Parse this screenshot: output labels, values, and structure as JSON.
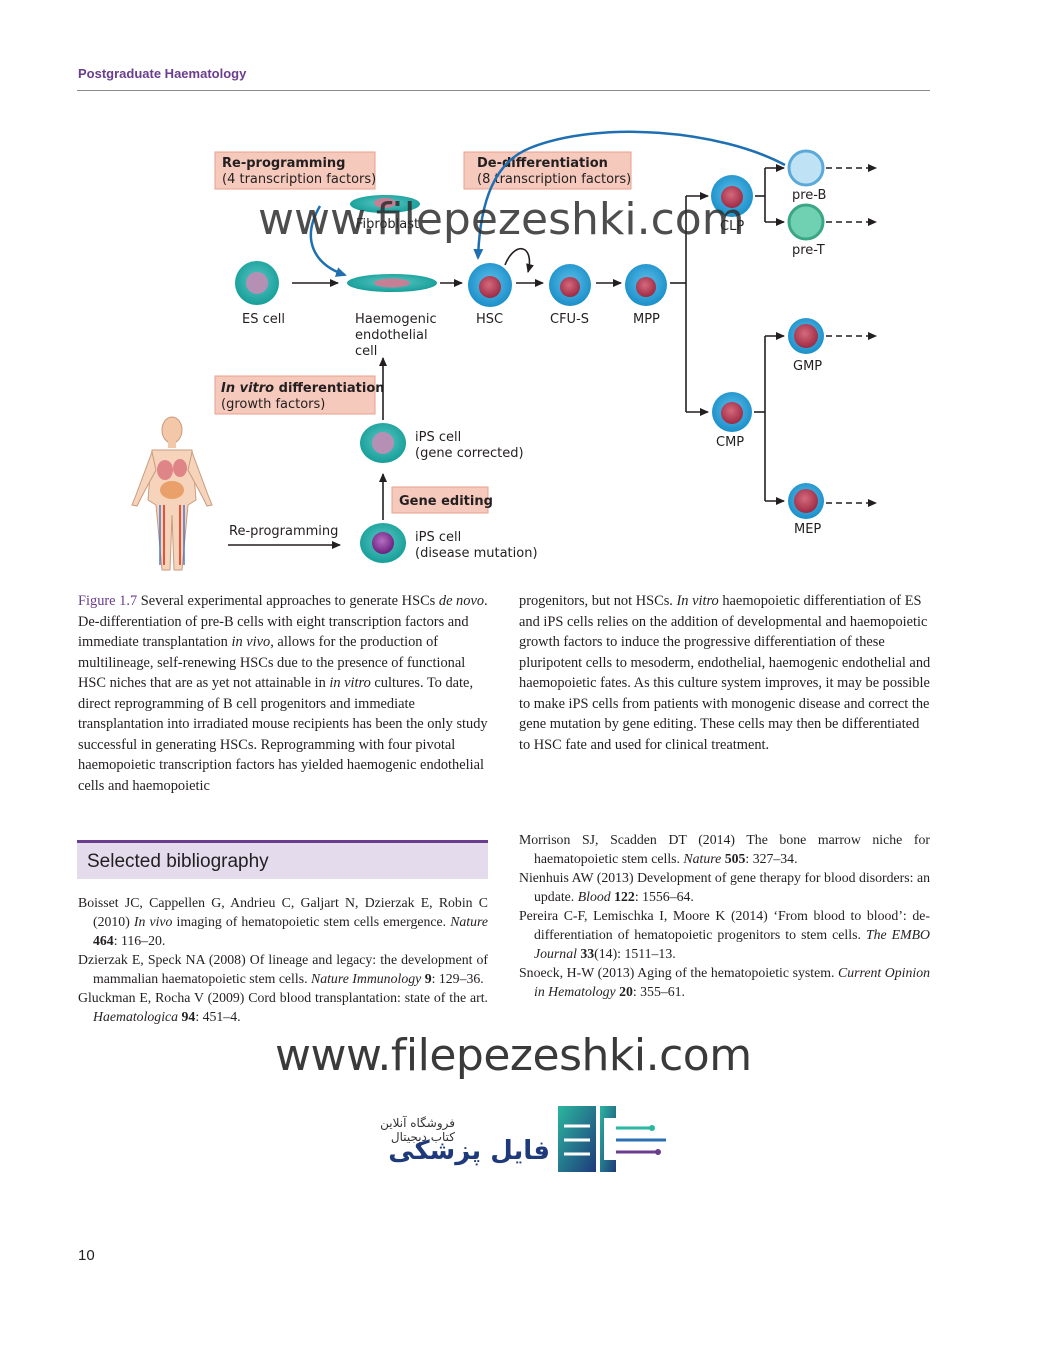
{
  "running_header": "Postgraduate Haematology",
  "page_number": "10",
  "figure": {
    "boxes": {
      "reprogramming": [
        "Re-programming",
        "(4 transcription factors)"
      ],
      "dedifferentiation": [
        "De-differentiation",
        "(8 transcription factors)"
      ],
      "in_vitro": [
        "In vitro",
        " differentiation",
        "(growth factors)"
      ],
      "gene_editing": "Gene editing"
    },
    "labels": {
      "fibroblast": "Fibroblast",
      "es_cell": "ES cell",
      "haemogenic": [
        "Haemogenic",
        "endothelial",
        "cell"
      ],
      "hsc": "HSC",
      "cfus": "CFU-S",
      "mpp": "MPP",
      "clp": "CLP",
      "cmp": "CMP",
      "preb": "pre-B",
      "pret": "pre-T",
      "gmp": "GMP",
      "mep": "MEP",
      "ips_corrected": [
        "iPS cell",
        "(gene corrected)"
      ],
      "ips_disease": [
        "iPS cell",
        "(disease mutation)"
      ],
      "reprogramming_arrow": "Re-programming"
    },
    "watermark": "www.filepezeshki.com"
  },
  "caption": {
    "label": "Figure 1.7",
    "t1": " Several experimental approaches to generate HSCs ",
    "i1": "de novo",
    "t2": ". De-differentiation of pre-B cells with eight transcription factors and immediate transplantation ",
    "i2": "in vivo",
    "t3": ", allows for the production of multilineage, self-renewing HSCs due to the presence of functional HSC niches that are as yet not attainable in ",
    "i3": "in vitro",
    "t4": " cultures. To date, direct reprogramming of B cell progenitors and immediate transplantation into irradiated mouse recipients has been the only study successful in generating HSCs. Reprogramming with four pivotal haemopoietic transcription factors has yielded haemogenic endothelial cells and haemopoietic",
    "r1": "progenitors, but not HSCs. ",
    "ri1": "In vitro",
    "r2": " haemopoietic differentiation of ES and iPS cells relies on the addition of developmental and haemopoietic growth factors to induce the progressive differentiation of these pluripotent cells to mesoderm, endothelial, haemogenic endothelial and haemopoietic fates. As this culture system improves, it may be possible to make iPS cells from patients with monogenic disease and correct the gene mutation by gene editing. These cells may then be differentiated to HSC fate and used for clinical treatment."
  },
  "bibliography": {
    "title": "Selected bibliography",
    "refs": [
      {
        "pre": "Boisset JC, Cappellen G, Andrieu C, Galjart N, Dzierzak E, Robin C (2010) ",
        "it": "In vivo",
        "mid": " imaging of hematopoietic stem cells emergence. ",
        "journal": "Nature",
        "vol": "464",
        "pages": ": 116–20."
      },
      {
        "pre": "Dzierzak E, Speck NA (2008) Of lineage and legacy: the development of mammalian haematopoietic stem cells. ",
        "it": "",
        "mid": "",
        "journal": "Nature Immunology",
        "vol": "9",
        "pages": ": 129–36."
      },
      {
        "pre": "Gluckman E, Rocha V (2009) Cord blood transplantation: state of the art. ",
        "it": "",
        "mid": "",
        "journal": "Haematologica",
        "vol": "94",
        "pages": ": 451–4."
      },
      {
        "pre": "Morrison SJ, Scadden DT (2014) The bone marrow niche for haematopoietic stem cells. ",
        "it": "",
        "mid": "",
        "journal": "Nature",
        "vol": "505",
        "pages": ": 327–34."
      },
      {
        "pre": "Nienhuis AW (2013) Development of gene therapy for blood disorders: an update. ",
        "it": "",
        "mid": "",
        "journal": "Blood",
        "vol": "122",
        "pages": ": 1556–64."
      },
      {
        "pre": "Pereira C-F, Lemischka I, Moore K (2014) ‘From blood to blood’: de-differentiation of hematopoietic progenitors to stem cells. ",
        "it": "",
        "mid": "",
        "journal": "The EMBO Journal",
        "vol": "33",
        "pages": "(14): 1511–13."
      },
      {
        "pre": "Snoeck, H-W (2013) Aging of the hematopoietic system. ",
        "it": "",
        "mid": "",
        "journal": "Current Opinion in Hematology",
        "vol": "20",
        "pages": ": 355–61."
      }
    ]
  },
  "watermark_bottom": "www.filepezeshki.com",
  "logo": {
    "tagline": "فروشگاه آنلاین کتاب دیجیتال",
    "name": "فایل پزشکی"
  }
}
